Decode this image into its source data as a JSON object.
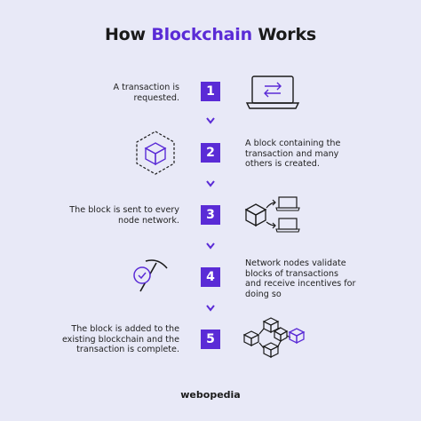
{
  "title": {
    "prefix": "How ",
    "accent": "Blockchain",
    "suffix": " Works"
  },
  "steps": [
    {
      "number": "1",
      "text": "A transaction is requested."
    },
    {
      "number": "2",
      "text": "A block containing the transaction and many others is created."
    },
    {
      "number": "3",
      "text": "The block is sent to every node network."
    },
    {
      "number": "4",
      "text": "Network nodes validate blocks of transactions and receive incentives for doing so"
    },
    {
      "number": "5",
      "text": "The block is added to the existing blockchain and the transaction is complete."
    }
  ],
  "lines": {
    "s1": [
      "A transaction is",
      "requested."
    ],
    "s2": [
      "A block containing the",
      "transaction and many",
      "others is created."
    ],
    "s3": [
      "The block is sent to every",
      "node network."
    ],
    "s4": [
      "Network nodes validate",
      "blocks of transactions",
      "and receive incentives for",
      "doing so"
    ],
    "s5": [
      "The block is added to the",
      "existing blockchain and the",
      "transaction is complete."
    ]
  },
  "footer": "webopedia",
  "colors": {
    "accent": "#5a2bd6",
    "background": "#e8e9f7",
    "text": "#1a1a1a"
  },
  "icons": [
    "laptop-transfer-icon",
    "block-cube-icon",
    "block-to-nodes-icon",
    "pickaxe-check-icon",
    "blockchain-cubes-icon",
    "chevron-down-icon"
  ]
}
